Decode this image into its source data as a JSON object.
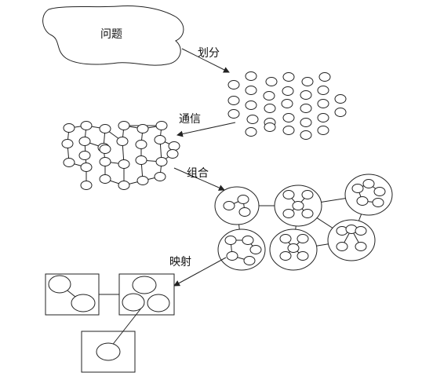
{
  "problem": {
    "label": "问题"
  },
  "steps": {
    "partition": "划分",
    "communication": "通信",
    "agglomeration": "组合",
    "mapping": "映射"
  }
}
